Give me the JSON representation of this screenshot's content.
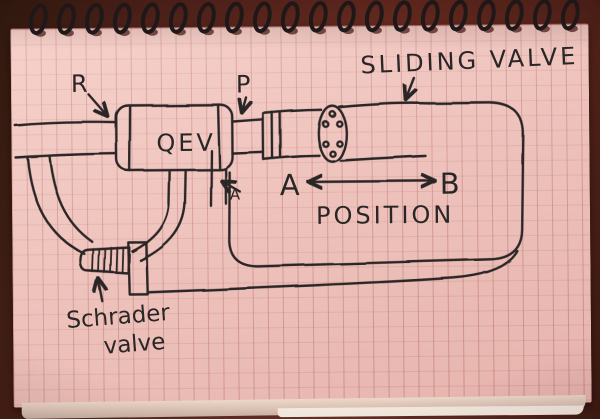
{
  "labels": {
    "r_port": "R",
    "p_port": "P",
    "qev": "QEV",
    "sliding_valve": "SLIDING VALVE",
    "a_port_small": "A",
    "position_a": "A",
    "position_b": "B",
    "position": "POSITION",
    "schrader_line1": "Schrader",
    "schrader_line2": "valve"
  },
  "colors": {
    "paper": "#f2c3bc",
    "ink": "#2a2626",
    "background": "#5a251c",
    "spiral_wire": "#1f1a1c",
    "grid_line": "#a54b4b"
  }
}
